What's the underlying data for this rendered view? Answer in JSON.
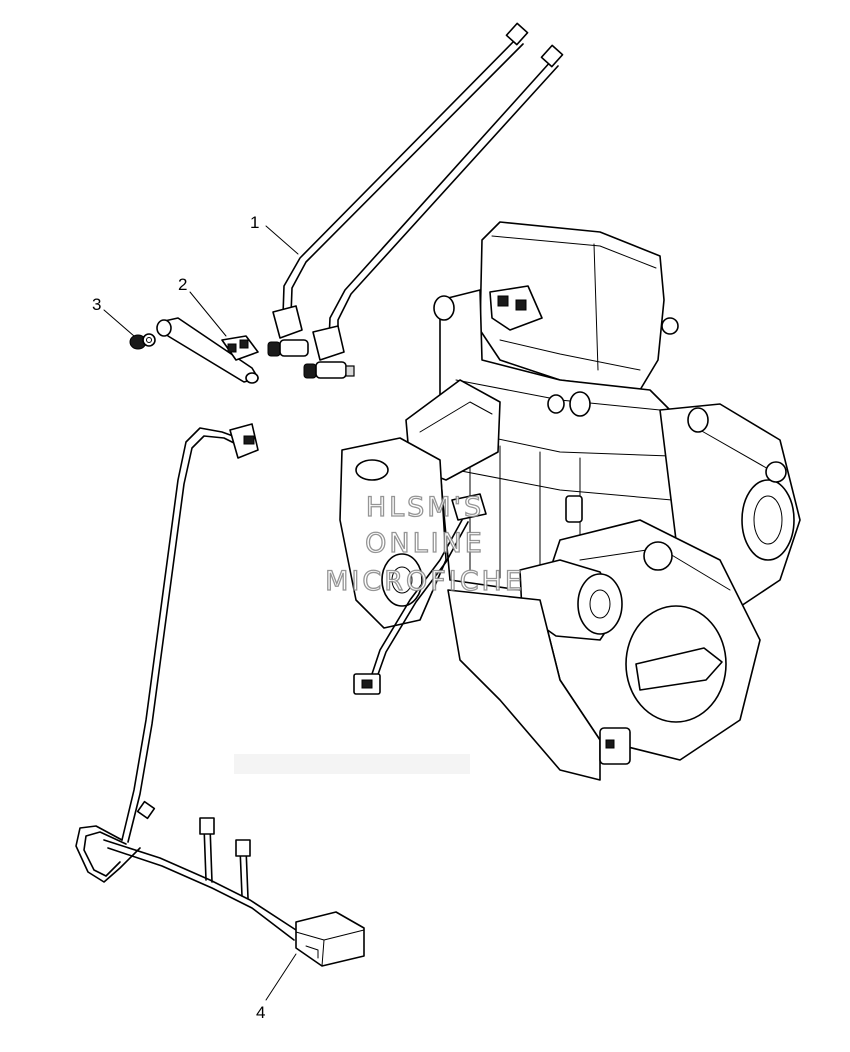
{
  "callouts": [
    {
      "label": "1"
    },
    {
      "label": "2"
    },
    {
      "label": "3"
    },
    {
      "label": "4"
    }
  ],
  "watermark": {
    "line1": "HLSM'S",
    "line2": "ONLINE",
    "line3": "MICROFICHE"
  },
  "icons": [
    "fuel-injector-harness-icon",
    "fuel-rail-icon",
    "nut-icon",
    "wire-harness-icon",
    "engine-icon"
  ]
}
